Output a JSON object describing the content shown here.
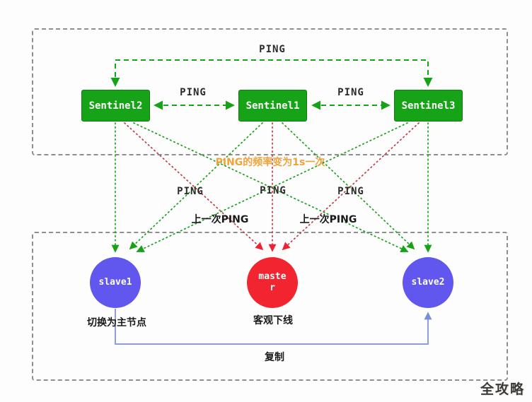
{
  "diagram": {
    "nodes": {
      "sentinel2": {
        "label": "Sentinel2"
      },
      "sentinel1": {
        "label": "Sentinel1"
      },
      "sentinel3": {
        "label": "Sentinel3"
      },
      "slave1": {
        "label": "slave1"
      },
      "master": {
        "label": "master",
        "display": "maste\nr"
      },
      "slave2": {
        "label": "slave2"
      }
    },
    "edge_labels": {
      "ping_top": "PING",
      "ping_s2_s1": "PING",
      "ping_s1_s3": "PING",
      "ping_frequency_note": "PING的频率变为1s一次",
      "ping_left": "PING",
      "ping_mid": "PING",
      "ping_right": "PING",
      "last_ping_left": "上一次PING",
      "last_ping_right": "上一次PING",
      "switch_to_master": "切换为主节点",
      "objective_offline": "客观下线",
      "replication": "复制"
    },
    "watermark": "全攻略",
    "colors": {
      "sentinel_green": "#17a317",
      "slave_purple": "#6156ee",
      "master_red": "#f2242f",
      "line_red": "#c03a44",
      "arrow_red": "#ee2233",
      "note_orange": "#f0a33c",
      "replication_blue": "#7b8fd4"
    }
  }
}
